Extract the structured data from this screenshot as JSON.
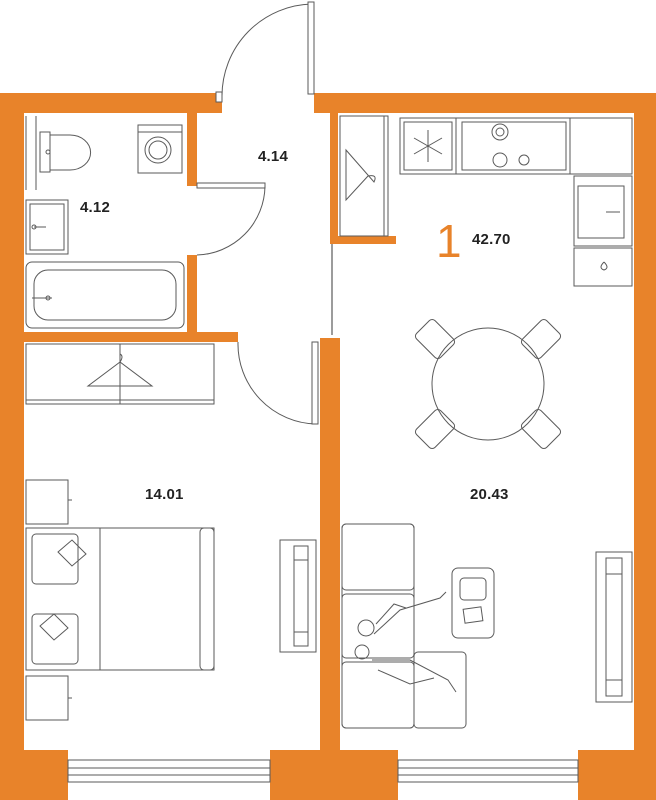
{
  "plan": {
    "room_count": "1",
    "total_area": "42.70",
    "rooms": [
      {
        "name": "bathroom",
        "area": "4.12"
      },
      {
        "name": "hallway",
        "area": "4.14"
      },
      {
        "name": "bedroom",
        "area": "14.01"
      },
      {
        "name": "kitchen-living",
        "area": "20.43"
      }
    ]
  },
  "colors": {
    "wall": "#E8832A",
    "line": "#5a5a5a",
    "background": "#ffffff"
  },
  "icons": [
    "snowflake-icon",
    "hanger-icon",
    "stove-icon",
    "sink-icon",
    "toilet-icon",
    "bathtub-icon",
    "washing-machine-icon",
    "bed-icon",
    "tv-icon",
    "sofa-icon",
    "dining-table-icon",
    "people-icon"
  ]
}
